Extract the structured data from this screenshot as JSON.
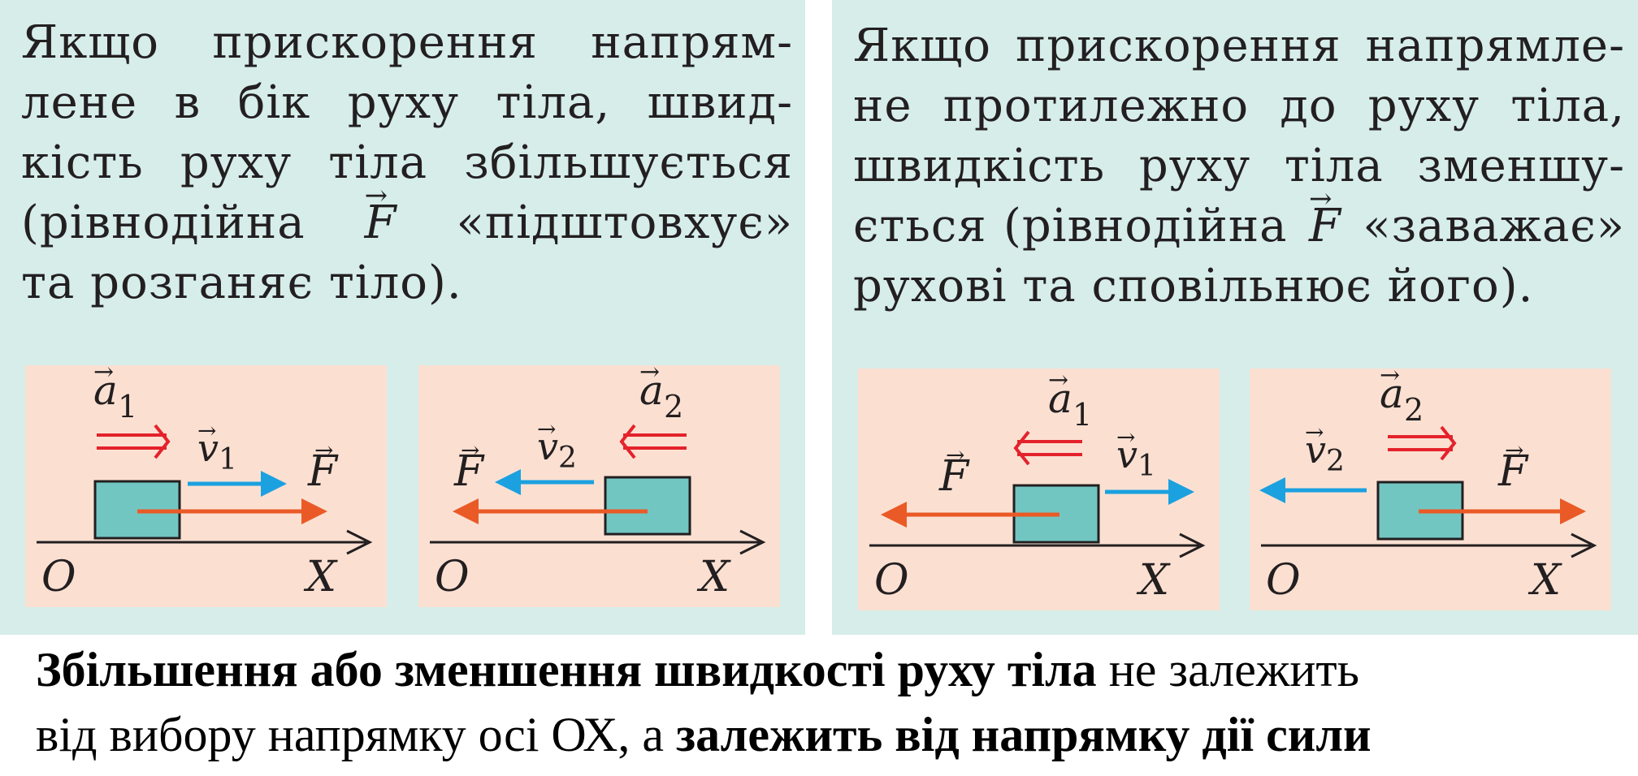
{
  "left_panel": {
    "lines": [
      "Якщо прискорення напрям-",
      "лене в бік руху тіла, швид-",
      "кість руху тіла збільшується"
    ],
    "line4_start": "(рівнодійна",
    "line4_end": "«підштовхує»",
    "line5": "та розганяє тіло).",
    "force_symbol": "F"
  },
  "right_panel": {
    "lines": [
      "Якщо прискорення напрямле-",
      "не протилежно до руху тіла,",
      "швидкість руху тіла зменшу-"
    ],
    "line4_start": "ється (рівнодійна",
    "line4_end": "«заважає»",
    "line5": "рухові та сповільнює його).",
    "force_symbol": "F"
  },
  "diagrams": {
    "axis_origin": "O",
    "axis_name": "X",
    "a_symbol": "a",
    "v_symbol": "v",
    "f_symbol": "F",
    "index_1": "1",
    "index_2": "2"
  },
  "conclusion": {
    "bold_1": "Збільшення або зменшення швидкості руху тіла",
    "regular_1": " не залежить",
    "regular_2": "від вибору напрямку осі ОХ, а ",
    "bold_2": "залежить від напрямку дії сили"
  },
  "colors": {
    "panel_bg": "#d6edea",
    "diagram_bg": "#fbe0d2",
    "block_fill": "#72c6c2",
    "acceleration_arrow": "#e4222b",
    "velocity_arrow": "#1ba1e0",
    "force_arrow": "#ea5a26"
  }
}
